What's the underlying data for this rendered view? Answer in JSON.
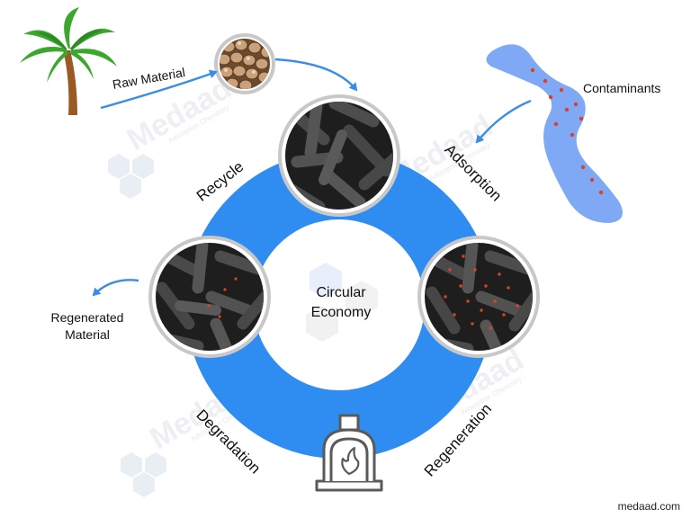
{
  "diagram": {
    "raw_material": "Raw Material",
    "contaminants": "Contaminants",
    "regenerated_line1": "Regenerated",
    "regenerated_line2": "Material",
    "center_line1": "Circular",
    "center_line2": "Economy",
    "stages": {
      "recycle": "Recycle",
      "adsorption": "Adsorption",
      "regeneration": "Regeneration",
      "degradation": "Degradation"
    },
    "site": "medaad.com"
  },
  "watermark": {
    "brand": "Medaad",
    "tagline": "Adsorption Chemistry"
  },
  "colors": {
    "ring": "#2f8cf0",
    "arrow": "#3a8de6",
    "carbon_dark": "#1e1e1e",
    "carbon_light": "#4a4a4a",
    "contaminant": "#d9412a",
    "water": "#7fa9f5",
    "leaf": "#3aa82c",
    "trunk": "#9a5a24"
  }
}
